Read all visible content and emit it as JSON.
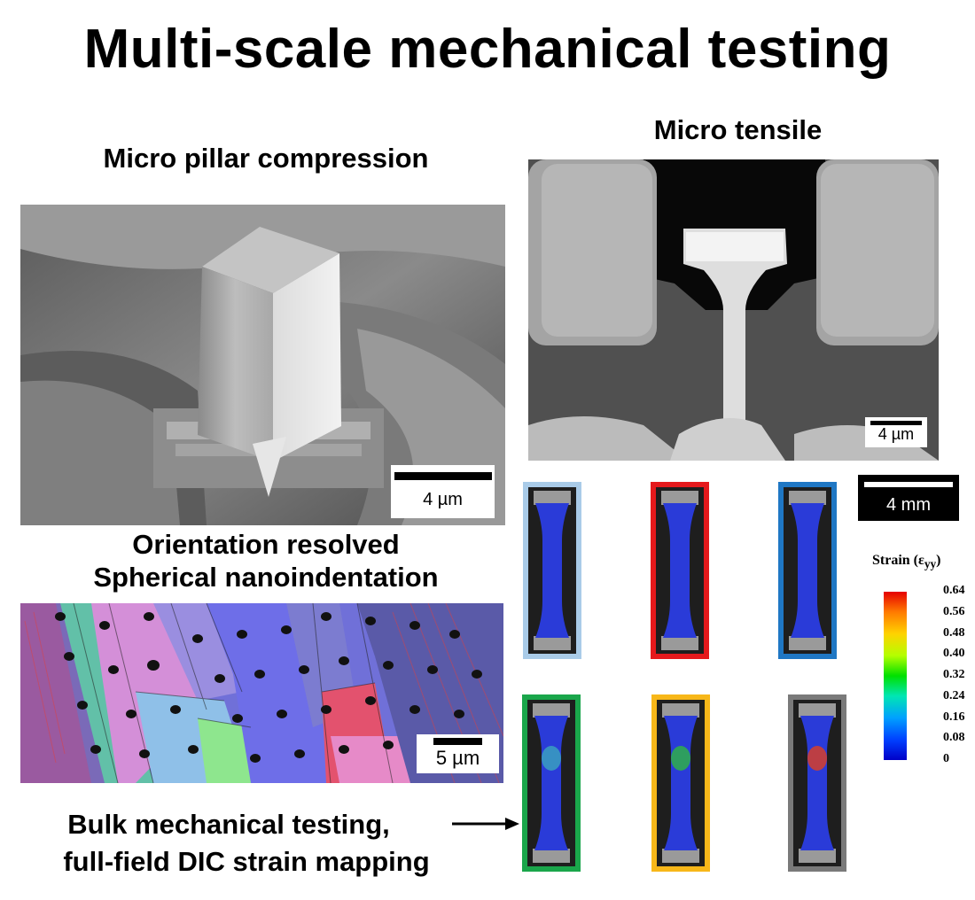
{
  "title": "Multi-scale mechanical testing",
  "panels": {
    "pillar": {
      "heading": "Micro pillar compression",
      "scale": "4 µm"
    },
    "tensile": {
      "heading": "Micro tensile",
      "scale": "4 µm"
    },
    "nano": {
      "heading_line1": "Orientation resolved",
      "heading_line2": "Spherical nanoindentation",
      "scale": "5 µm"
    },
    "bulk": {
      "heading_line1": "Bulk mechanical testing,",
      "heading_line2": "full-field DIC strain mapping",
      "scale": "4 mm"
    }
  },
  "legend": {
    "title": "Strain (ε",
    "title_sub": "yy",
    "title_end": ")",
    "ticks": [
      "0.64",
      "0.56",
      "0.48",
      "0.40",
      "0.32",
      "0.24",
      "0.16",
      "0.08",
      "0"
    ]
  },
  "specimens": [
    {
      "border": "#a9cbe8"
    },
    {
      "border": "#e5191c"
    },
    {
      "border": "#1f77c4"
    },
    {
      "border": "#1aa64b"
    },
    {
      "border": "#f7b719"
    },
    {
      "border": "#7a7a7a"
    }
  ]
}
